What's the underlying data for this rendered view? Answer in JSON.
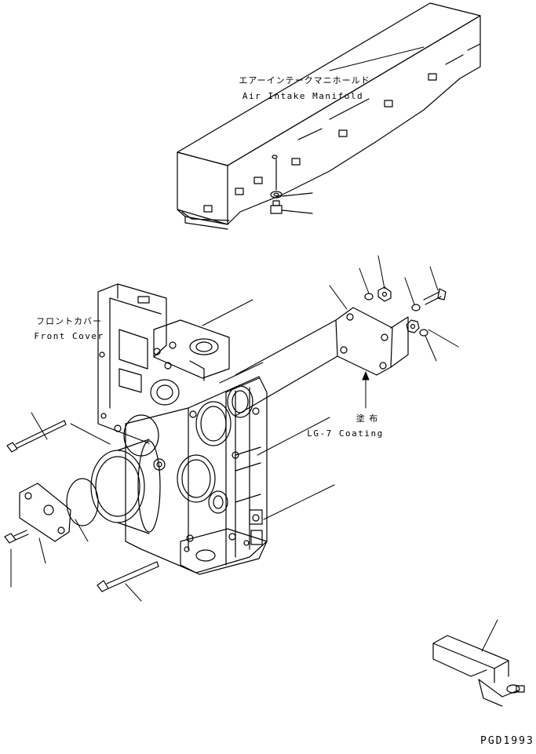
{
  "labels": {
    "air_intake_manifold_jp": "エアーインテークマニホールド",
    "air_intake_manifold_en": "Air Intake Manifold",
    "front_cover_jp": "フロントカバー",
    "front_cover_en": "Front Cover",
    "coating_jp": "塗 布",
    "coating_en": "LG-7 Coating",
    "drawing_code": "PGD1993"
  }
}
